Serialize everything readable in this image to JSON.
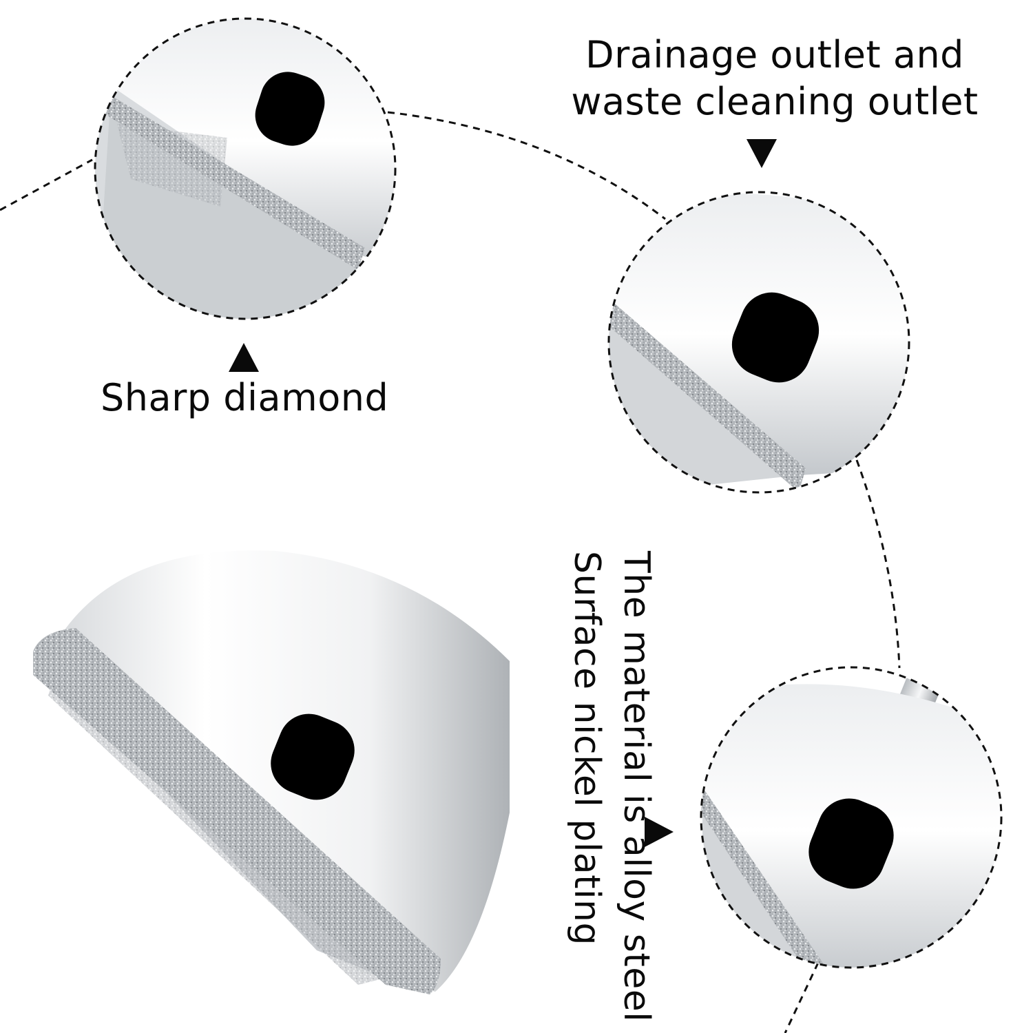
{
  "callouts": {
    "drainage": {
      "line1": "Drainage outlet and",
      "line2": "waste cleaning outlet",
      "pointer": "triangle-down"
    },
    "sharp_diamond": {
      "text": "Sharp diamond",
      "pointer": "triangle-up"
    },
    "material": {
      "line1": "The material is alloy steel",
      "line2": "Surface nickel plating",
      "pointer": "triangle-right"
    }
  },
  "colors": {
    "text": "#0a0a0a",
    "steel_light": "#f4f5f6",
    "steel_mid": "#c9ccd0",
    "steel_dark": "#8f949a",
    "diamond_grit": "#a9adb1",
    "slot": "#000000",
    "background": "#ffffff"
  }
}
